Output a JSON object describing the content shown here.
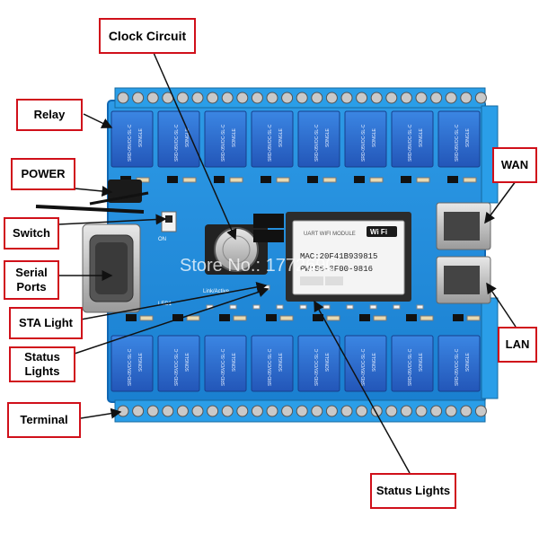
{
  "labels": {
    "clock_circuit": "Clock Circuit",
    "relay": "Relay",
    "power": "POWER",
    "switch": "Switch",
    "serial_ports_line1": "Serial",
    "serial_ports_line2": "Ports",
    "sta_light": "STA Light",
    "status_lights_left_line1": "Status",
    "status_lights_left_line2": "Lights",
    "terminal": "Terminal",
    "wan": "WAN",
    "lan": "LAN",
    "status_lights_bottom": "Status Lights"
  },
  "module": {
    "header": "UART WIFI MODULE",
    "wifi_badge": "Wi Fi",
    "mac": "MAC:20F41B939815",
    "code": "PW:S5-3F00-9816"
  },
  "relay_text": {
    "brand": "SONGLE",
    "model": "SRD-05VDC-SL-C"
  },
  "board_marks": {
    "switch_silkscreen": "ON",
    "status_silkscreen": "Link/Active",
    "led_silkscreen": "LED1"
  },
  "watermark": "Store No.: 1772690",
  "colors": {
    "board": "#1f8ad9",
    "board_edge": "#1067b3",
    "relay": "#2f6fd0",
    "terminal": "#2a9ee8",
    "callout_border": "#d0101a",
    "arrow": "#111111"
  },
  "icons": [
    "relay-icon",
    "wifi-icon",
    "battery-icon",
    "rj45-port-icon",
    "db9-connector-icon"
  ]
}
